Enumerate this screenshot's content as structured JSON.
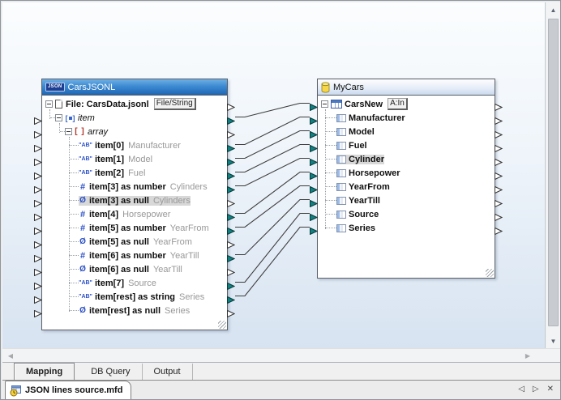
{
  "leftComponent": {
    "title": "CarsJSONL",
    "badge": "JSON",
    "rows": [
      {
        "label": "File: CarsData.jsonl",
        "icon": "file",
        "indent": 0,
        "expand": true,
        "button": "File/String",
        "in": "none",
        "out": "white"
      },
      {
        "label": "item",
        "icon": "object",
        "indent": 1,
        "expand": true,
        "italic": true,
        "in": "white",
        "out": "green"
      },
      {
        "label": "array",
        "icon": "array",
        "indent": 2,
        "expand": true,
        "italic": true,
        "in": "white",
        "out": "white"
      },
      {
        "label": "item[0]",
        "icon": "string",
        "indent": 3,
        "annotation": "Manufacturer",
        "in": "white",
        "out": "green"
      },
      {
        "label": "item[1]",
        "icon": "string",
        "indent": 3,
        "annotation": "Model",
        "in": "white",
        "out": "green"
      },
      {
        "label": "item[2]",
        "icon": "string",
        "indent": 3,
        "annotation": "Fuel",
        "in": "white",
        "out": "green"
      },
      {
        "label": "item[3] as number",
        "icon": "number",
        "indent": 3,
        "annotation": "Cylinders",
        "in": "white",
        "out": "green"
      },
      {
        "label": "item[3] as null",
        "icon": "null",
        "indent": 3,
        "annotation": "Cylinders",
        "highlighted": true,
        "in": "white",
        "out": "white"
      },
      {
        "label": "item[4]",
        "icon": "number",
        "indent": 3,
        "annotation": "Horsepower",
        "in": "white",
        "out": "green"
      },
      {
        "label": "item[5] as number",
        "icon": "number",
        "indent": 3,
        "annotation": "YearFrom",
        "in": "white",
        "out": "green"
      },
      {
        "label": "item[5] as null",
        "icon": "null",
        "indent": 3,
        "annotation": "YearFrom",
        "in": "white",
        "out": "white"
      },
      {
        "label": "item[6] as number",
        "icon": "number",
        "indent": 3,
        "annotation": "YearTill",
        "in": "white",
        "out": "green"
      },
      {
        "label": "item[6] as null",
        "icon": "null",
        "indent": 3,
        "annotation": "YearTill",
        "in": "white",
        "out": "white"
      },
      {
        "label": "item[7]",
        "icon": "string",
        "indent": 3,
        "annotation": "Source",
        "in": "white",
        "out": "green"
      },
      {
        "label": "item[rest] as string",
        "icon": "string",
        "indent": 3,
        "annotation": "Series",
        "in": "white",
        "out": "green"
      },
      {
        "label": "item[rest] as null",
        "icon": "null",
        "indent": 3,
        "annotation": "Series",
        "in": "white",
        "out": "white"
      }
    ]
  },
  "rightComponent": {
    "title": "MyCars",
    "rows": [
      {
        "label": "CarsNew",
        "icon": "table",
        "indent": 0,
        "expand": true,
        "button": "A:In",
        "in": "green",
        "out": "white"
      },
      {
        "label": "Manufacturer",
        "icon": "column",
        "indent": 1,
        "in": "green",
        "out": "white"
      },
      {
        "label": "Model",
        "icon": "column",
        "indent": 1,
        "in": "green",
        "out": "white"
      },
      {
        "label": "Fuel",
        "icon": "column",
        "indent": 1,
        "in": "green",
        "out": "white"
      },
      {
        "label": "Cylinder",
        "icon": "column",
        "indent": 1,
        "highlighted": true,
        "in": "green",
        "out": "white"
      },
      {
        "label": "Horsepower",
        "icon": "column",
        "indent": 1,
        "in": "green",
        "out": "white"
      },
      {
        "label": "YearFrom",
        "icon": "column",
        "indent": 1,
        "in": "green",
        "out": "white"
      },
      {
        "label": "YearTill",
        "icon": "column",
        "indent": 1,
        "in": "green",
        "out": "white"
      },
      {
        "label": "Source",
        "icon": "column",
        "indent": 1,
        "in": "green",
        "out": "white"
      },
      {
        "label": "Series",
        "icon": "column",
        "indent": 1,
        "in": "green",
        "out": "white"
      }
    ]
  },
  "connections": [
    {
      "from": 1,
      "to": 0
    },
    {
      "from": 3,
      "to": 1
    },
    {
      "from": 4,
      "to": 2
    },
    {
      "from": 5,
      "to": 3
    },
    {
      "from": 6,
      "to": 4
    },
    {
      "from": 8,
      "to": 5
    },
    {
      "from": 9,
      "to": 6
    },
    {
      "from": 11,
      "to": 7
    },
    {
      "from": 13,
      "to": 8
    },
    {
      "from": 14,
      "to": 9
    }
  ],
  "tabs": {
    "items": [
      "Mapping",
      "DB Query",
      "Output"
    ],
    "active": "Mapping"
  },
  "document_tab": {
    "label": "JSON lines source.mfd"
  },
  "colors": {
    "source_header_blue": "#2f7bc6",
    "target_header_light": "#dbe7f5",
    "connector_connected": "#127f80",
    "connector_unconnected": "#ffffff",
    "connection_line": "#3c3c3c",
    "canvas_bottom": "#d7e3f1",
    "selection_highlight": "#d8d8d8",
    "json_badge": "#1c3f94",
    "db_icon_yellow": "#f7d64a"
  }
}
